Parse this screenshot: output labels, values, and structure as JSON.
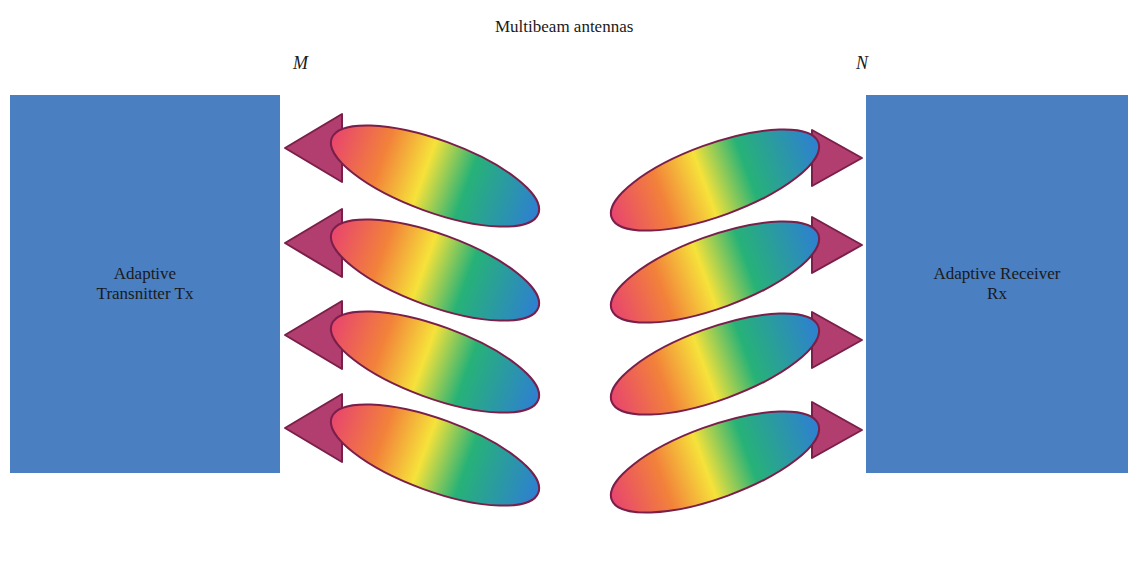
{
  "diagram": {
    "title": "Multibeam antennas",
    "nodes": [
      {
        "text": [
          "Adaptive Transnitter Tx"
        ]
      },
      {
        "text": [
          "Adaptive Receiver Rx"
        ]
      }
    ],
    "labels": [
      "M",
      "N"
    ]
  }
}
